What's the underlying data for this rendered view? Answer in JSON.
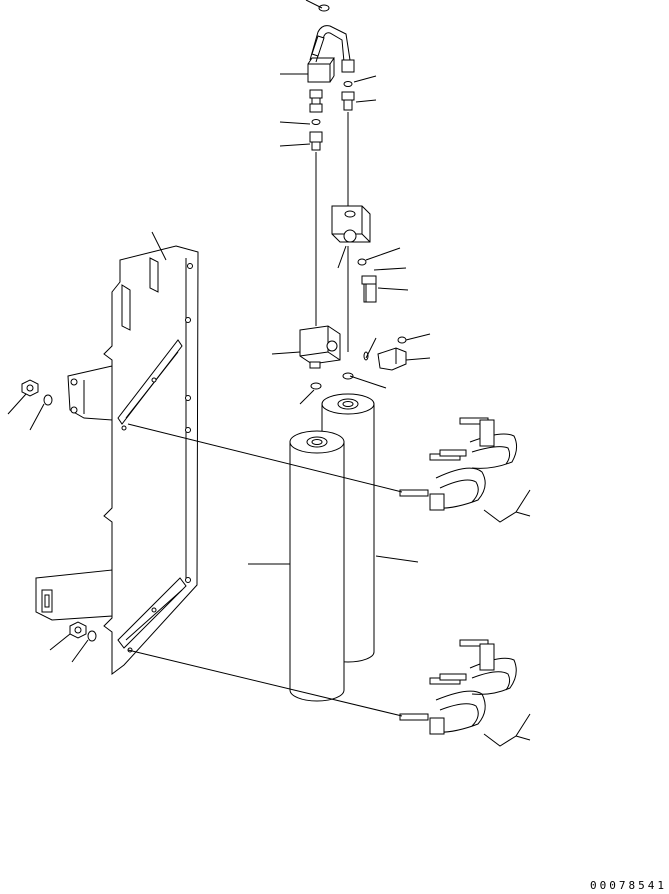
{
  "document": {
    "part_number": "00078541"
  },
  "diagram": {
    "type": "exploded parts diagram",
    "colors": {
      "line": "#000000",
      "background": "#ffffff"
    },
    "leader_lines": 22
  }
}
